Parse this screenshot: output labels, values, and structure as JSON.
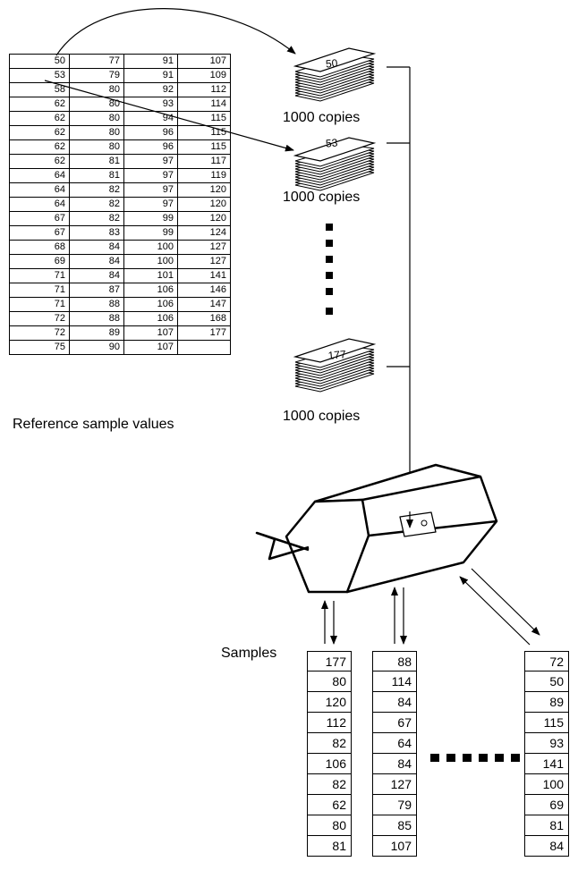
{
  "reference_table": {
    "caption": "Reference sample values",
    "rows": [
      [
        "50",
        "77",
        "91",
        "107"
      ],
      [
        "53",
        "79",
        "91",
        "109"
      ],
      [
        "58",
        "80",
        "92",
        "112"
      ],
      [
        "62",
        "80",
        "93",
        "114"
      ],
      [
        "62",
        "80",
        "94",
        "115"
      ],
      [
        "62",
        "80",
        "96",
        "115"
      ],
      [
        "62",
        "80",
        "96",
        "115"
      ],
      [
        "62",
        "81",
        "97",
        "117"
      ],
      [
        "64",
        "81",
        "97",
        "119"
      ],
      [
        "64",
        "82",
        "97",
        "120"
      ],
      [
        "64",
        "82",
        "97",
        "120"
      ],
      [
        "67",
        "82",
        "99",
        "120"
      ],
      [
        "67",
        "83",
        "99",
        "124"
      ],
      [
        "68",
        "84",
        "100",
        "127"
      ],
      [
        "69",
        "84",
        "100",
        "127"
      ],
      [
        "71",
        "84",
        "101",
        "141"
      ],
      [
        "71",
        "87",
        "106",
        "146"
      ],
      [
        "71",
        "88",
        "106",
        "147"
      ],
      [
        "72",
        "88",
        "106",
        "168"
      ],
      [
        "72",
        "89",
        "107",
        "177"
      ],
      [
        "75",
        "90",
        "107",
        ""
      ]
    ]
  },
  "stacks": [
    {
      "value": "50",
      "label": "1000 copies"
    },
    {
      "value": "53",
      "label": "1000 copies"
    },
    {
      "value": "177",
      "label": "1000 copies"
    }
  ],
  "samples_label": "Samples",
  "sample_columns": [
    [
      "177",
      "80",
      "120",
      "112",
      "82",
      "106",
      "82",
      "62",
      "80",
      "81"
    ],
    [
      "88",
      "114",
      "84",
      "67",
      "64",
      "84",
      "127",
      "79",
      "85",
      "107"
    ],
    [
      "72",
      "50",
      "89",
      "115",
      "93",
      "141",
      "100",
      "69",
      "81",
      "84"
    ]
  ]
}
